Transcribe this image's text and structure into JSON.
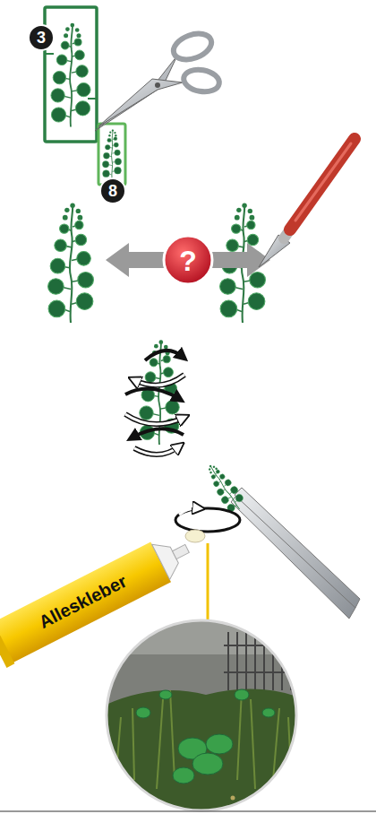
{
  "diagram": {
    "labels": [
      "3",
      "8",
      "?",
      "Alleskleber"
    ]
  }
}
